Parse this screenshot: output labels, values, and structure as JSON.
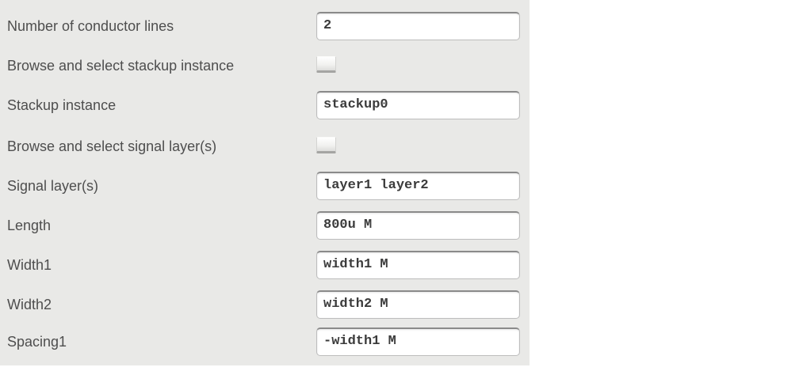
{
  "form": {
    "rows": [
      {
        "label": "Number of conductor lines",
        "type": "input",
        "value": "2"
      },
      {
        "label": "Browse and select stackup instance",
        "type": "checkbox",
        "checked": false
      },
      {
        "label": "Stackup instance",
        "type": "input",
        "value": "stackup0"
      },
      {
        "label": "Browse and select signal layer(s)",
        "type": "checkbox",
        "checked": false
      },
      {
        "label": "Signal layer(s)",
        "type": "input",
        "value": "layer1 layer2"
      },
      {
        "label": "Length",
        "type": "input",
        "value": "800u M"
      },
      {
        "label": "Width1",
        "type": "input",
        "value": "width1 M"
      },
      {
        "label": "Width2",
        "type": "input",
        "value": "width2 M"
      },
      {
        "label": "Spacing1",
        "type": "input",
        "value": "-width1 M"
      }
    ],
    "colors": {
      "panel_background": "#e9e9e7",
      "label_text": "#4e4e4e",
      "input_text": "#3b3b3b",
      "input_background": "#ffffff",
      "input_border": "#8a8a8a"
    }
  }
}
